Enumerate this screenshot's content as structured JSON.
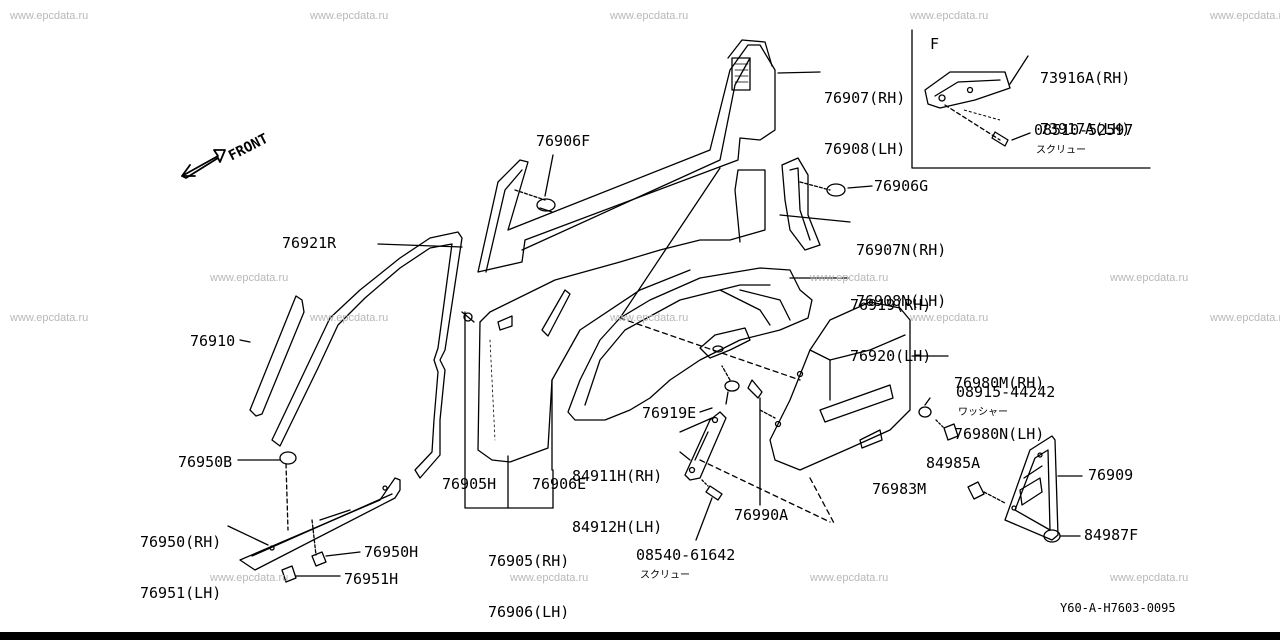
{
  "watermark_text": "www.epcdata.ru",
  "front_label": "FRONT",
  "inset_label": "F",
  "screw_kana": "スクリュー",
  "washer_kana": "ワッシャー",
  "diagram_code": "Y60-A-H7603-0095",
  "parts": {
    "p76907_rh": "76907(RH)",
    "p76908_lh": "76908(LH)",
    "p73916a_rh": "73916A(RH)",
    "p73917a_lh": "73917A(LH)",
    "p08510": "08510-52597",
    "p76906f": "76906F",
    "p76906g": "76906G",
    "p76907n_rh": "76907N(RH)",
    "p76908n_lh": "76908N(LH)",
    "p76921r": "76921R",
    "p76919_rh": "76919(RH)",
    "p76920_lh": "76920(LH)",
    "p76910": "76910",
    "p76980m_rh": "76980M(RH)",
    "p76980n_lh": "76980N(LH)",
    "p08915": "08915-44242",
    "p76919e": "76919E",
    "p84911h_rh": "84911H(RH)",
    "p84912h_lh": "84912H(LH)",
    "p84985a": "84985A",
    "p76950b": "76950B",
    "p76905h": "76905H",
    "p76906e": "76906E",
    "p76909": "76909",
    "p76983m": "76983M",
    "p76950_rh": "76950(RH)",
    "p76951_lh": "76951(LH)",
    "p76905_rh": "76905(RH)",
    "p76906_lh": "76906(LH)",
    "p76990a": "76990A",
    "p84987f": "84987F",
    "p76950h": "76950H",
    "p76951h": "76951H",
    "p08540": "08540-61642"
  }
}
